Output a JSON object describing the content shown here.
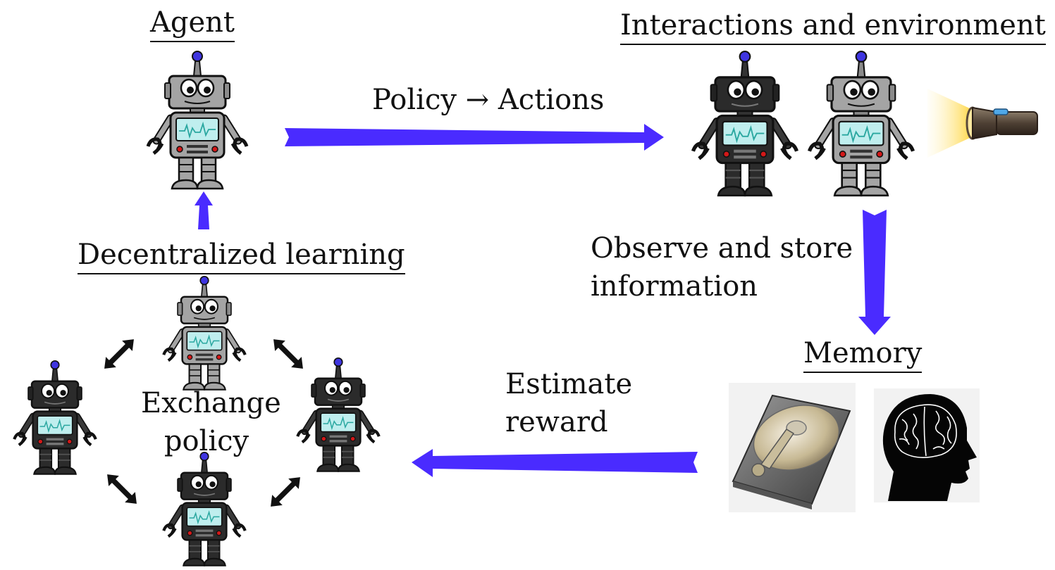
{
  "labels": {
    "agent": "Agent",
    "interactions": "Interactions and environment",
    "policy_actions": "Policy → Actions",
    "observe_line1": "Observe and store",
    "observe_line2": "information",
    "memory": "Memory",
    "estimate_line1": "Estimate",
    "estimate_line2": "reward",
    "decentralized": "Decentralized learning",
    "exchange_line1": "Exchange",
    "exchange_line2": "policy"
  },
  "colors": {
    "arrow_blue": "#4a2bff",
    "robot_gray": "#a4a4a4",
    "robot_dark": "#2b2b2b",
    "screen": "#bfeeee",
    "antenna_ball": "#3f35e0",
    "flash_glow": "#ffe28a"
  },
  "icons": {
    "agent": "robot-gray-icon",
    "env_robot_dark": "robot-dark-icon",
    "env_robot_gray": "robot-gray-icon",
    "flashlight": "flashlight-icon",
    "hard_drive": "hard-drive-icon",
    "brain_head": "brain-head-icon",
    "exchange_arrows": "double-arrow-icon"
  }
}
